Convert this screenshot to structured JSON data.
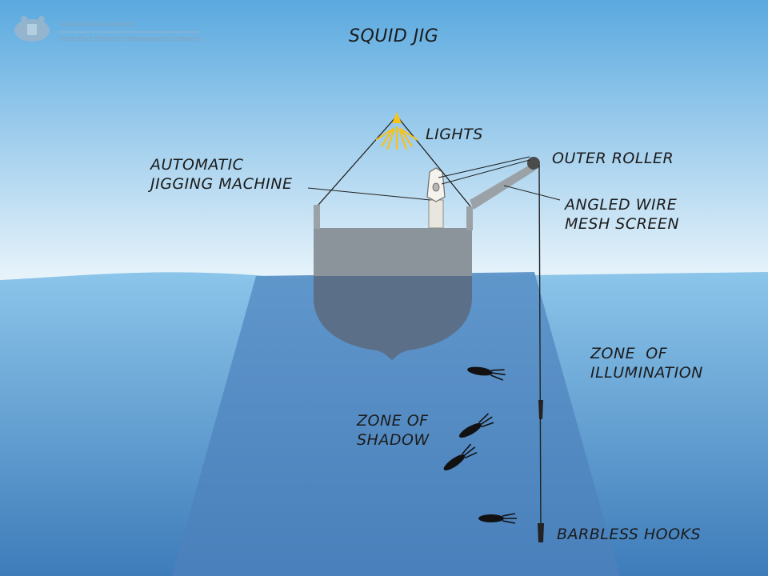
{
  "header": {
    "org_line1": "Australian Government",
    "org_line2": "Australian Fisheries Management Authority"
  },
  "diagram": {
    "title": "SQUID JIG",
    "labels": {
      "lights": "LIGHTS",
      "jigging_machine": "AUTOMATIC\nJIGGING MACHINE",
      "outer_roller": "OUTER ROLLER",
      "mesh_screen": "ANGLED WIRE\nMESH SCREEN",
      "zone_illumination": "ZONE  OF\nILLUMINATION",
      "zone_shadow": "ZONE OF\nSHADOW",
      "barbless_hooks": "BARBLESS HOOKS"
    }
  },
  "colors": {
    "sky_top": "#5aa9df",
    "sky_bottom": "#e6f3fb",
    "water_top": "#7fbde6",
    "water_bottom": "#3f7fbd",
    "light_cone": "#4f86c0",
    "hull_above": "#8a949c",
    "hull_below": "#5d7088",
    "lamp": "#f6c21c"
  }
}
